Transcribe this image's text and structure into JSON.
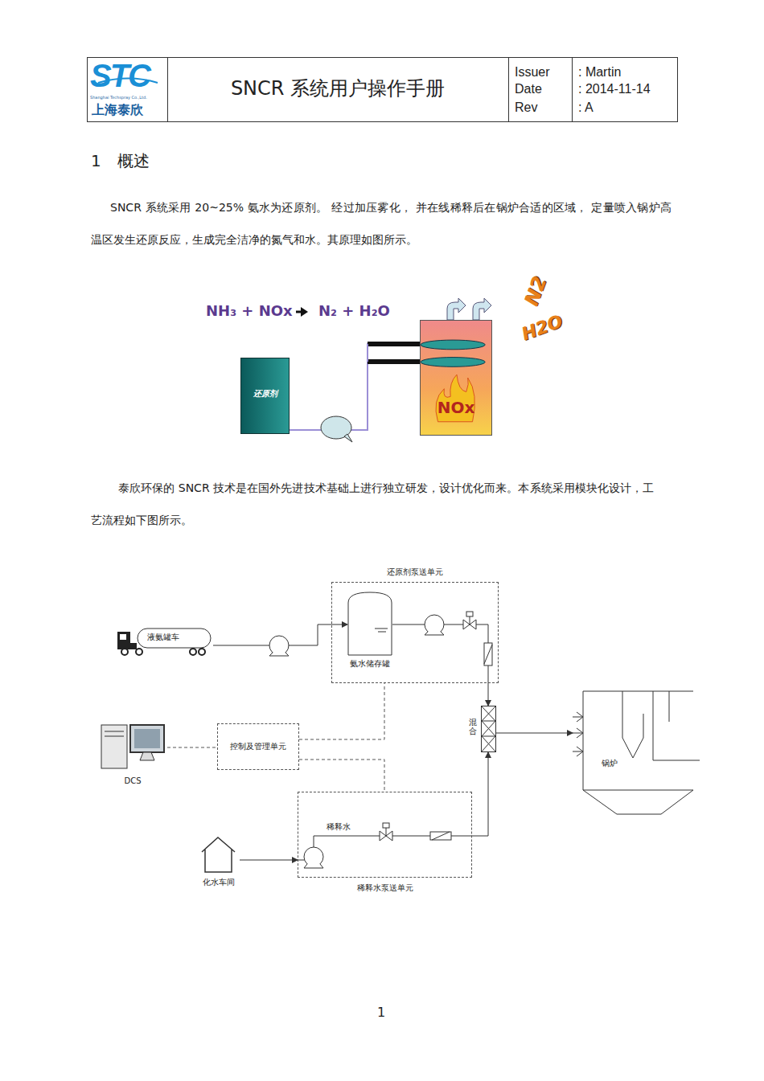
{
  "diagram": {
    "title": "SNCR 系统用户操作手册",
    "nodes": [
      {
        "text": [
          "还原剂"
        ]
      },
      {
        "text": [
          "NOx"
        ]
      },
      {
        "text": [
          "还原剂泵送单元"
        ]
      },
      {
        "text": [
          "氨水储存罐"
        ],
        "in": 2
      },
      {
        "text": [
          "液氨罐车"
        ]
      },
      {
        "text": [
          "控制及管理单元"
        ]
      },
      {
        "text": [
          "DCS"
        ]
      },
      {
        "text": [
          "混合"
        ]
      },
      {
        "text": [
          "锅炉"
        ]
      },
      {
        "text": [
          "稀释水泵送单元"
        ]
      },
      {
        "text": [
          "化水车间"
        ]
      }
    ],
    "edges": [
      {
        "from": 0,
        "to": 1,
        "arrow": "none"
      },
      {
        "from": 4,
        "to": 3,
        "arrow": "to"
      },
      {
        "from": 3,
        "to": 7,
        "arrow": "to"
      },
      {
        "from": 6,
        "to": 5,
        "arrow": "none"
      },
      {
        "from": 5,
        "to": 2,
        "arrow": "none"
      },
      {
        "from": 5,
        "to": 9,
        "arrow": "none"
      },
      {
        "from": 10,
        "to": 9,
        "arrow": "to"
      },
      {
        "from": 9,
        "to": 7,
        "arrow": "to"
      },
      {
        "from": 7,
        "to": 8,
        "arrow": "to"
      }
    ],
    "labels": [
      "STC",
      "Shanghai Techspray Co.,Ltd.",
      "上海泰欣",
      "Issuer",
      "Date",
      "Rev",
      ": Martin",
      ": 2014-11-14",
      ": A",
      "1",
      "概述",
      "SNCR 系统采用 20~25% 氨水为还原剂。 经过加压雾化， 并在线稀释后在锅炉合适的区域， 定量喷入锅炉高温区发生还原反应，生成完全洁净的氮气和水。其原理如图所示。",
      "NH₃ + NOx",
      "N₂ + H₂O",
      "N2",
      "H2O",
      "泰欣环保的 SNCR 技术是在国外先进技术基础上进行独立研发，设计优化而来。本系统采用模块化设计，工艺流程如下图所示。",
      "稀释水",
      "1"
    ]
  }
}
